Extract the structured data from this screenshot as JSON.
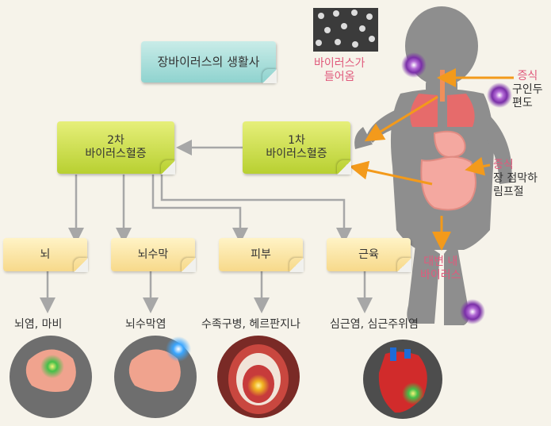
{
  "title": "장바이러스의 생활사",
  "viremia2": {
    "line1": "2차",
    "line2": "바이러스혈증"
  },
  "viremia1": {
    "line1": "1차",
    "line2": "바이러스혈증"
  },
  "targets": [
    {
      "organ": "뇌",
      "disease": "뇌염, 마비"
    },
    {
      "organ": "뇌수막",
      "disease": "뇌수막염"
    },
    {
      "organ": "피부",
      "disease": "수족구병, 헤르판지나"
    },
    {
      "organ": "근육",
      "disease": "심근염, 심근주위염"
    }
  ],
  "body_labels": {
    "entry": {
      "line1": "바이러스가",
      "line2": "들어옴"
    },
    "throat": {
      "line1": "증식",
      "line2": "구인두",
      "line3": "편도"
    },
    "gut": {
      "line1": "증식",
      "line2": "장 점막하",
      "line3": "림프절"
    },
    "stool": {
      "line1": "대변 내",
      "line2": "바이러스"
    }
  },
  "colors": {
    "accent_pink": "#e05a7c",
    "arrow_orange": "#f39a1b",
    "arrow_gray": "#a7a7a7",
    "body_gray": "#8e8e8e"
  }
}
